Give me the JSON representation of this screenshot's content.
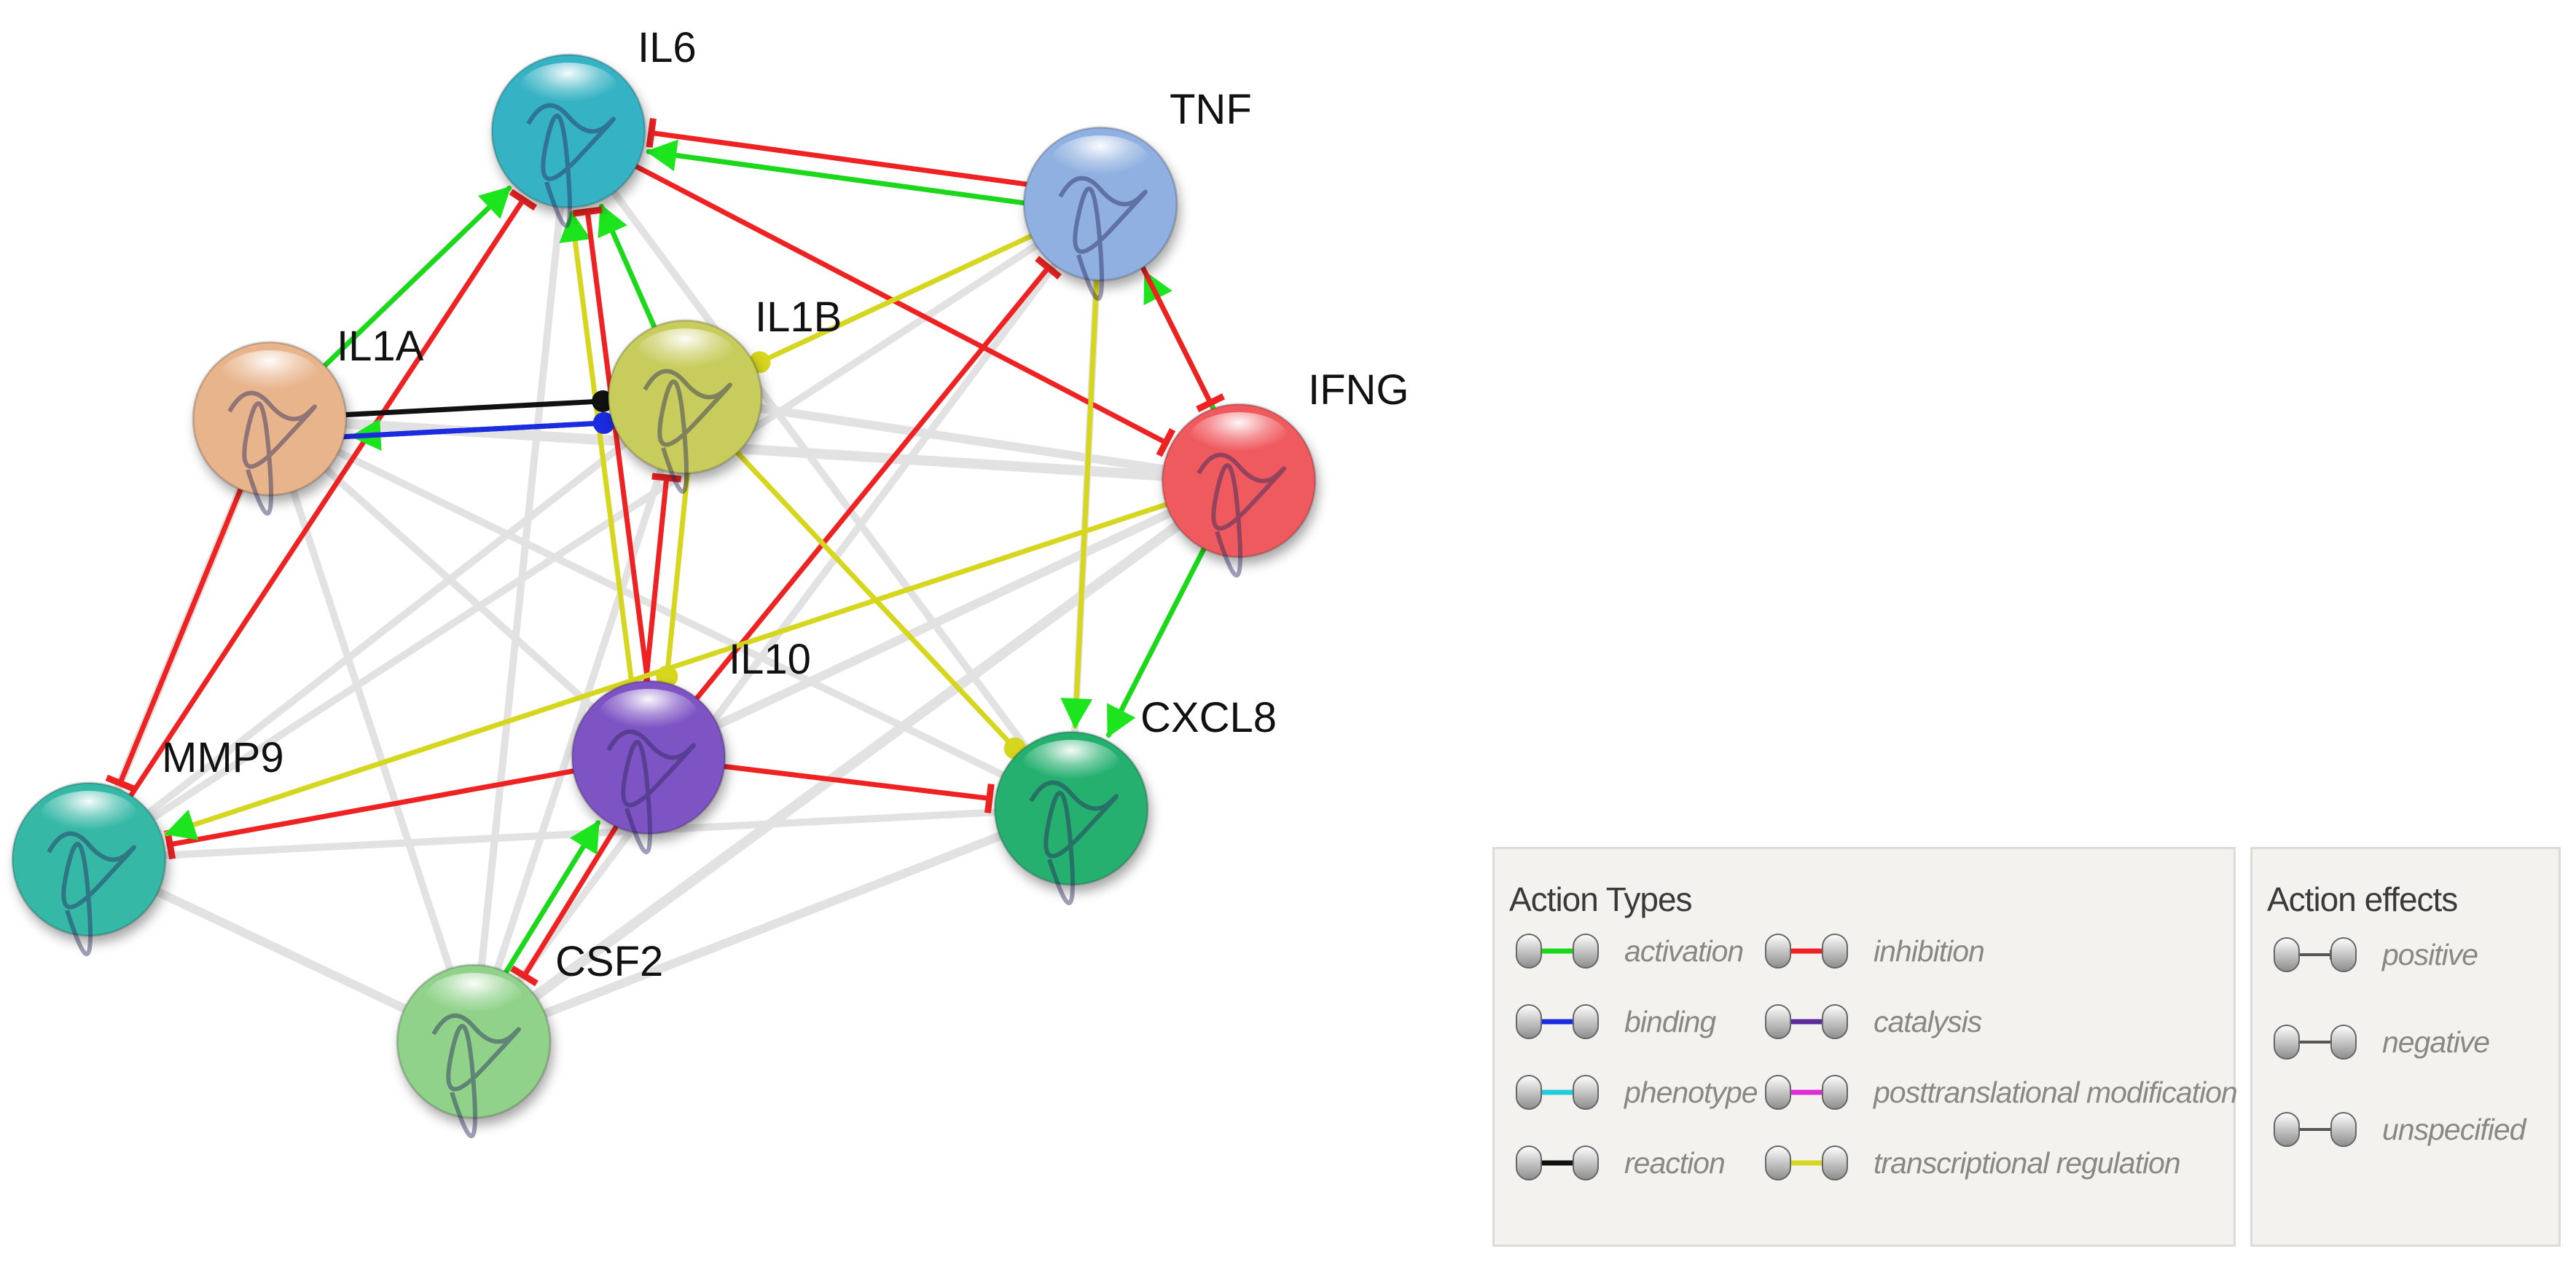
{
  "nodes": [
    {
      "id": "IL6",
      "label": "IL6",
      "color": "#36b2c4"
    },
    {
      "id": "TNF",
      "label": "TNF",
      "color": "#8fb0e0"
    },
    {
      "id": "IL1A",
      "label": "IL1A",
      "color": "#e8b48c"
    },
    {
      "id": "IL1B",
      "label": "IL1B",
      "color": "#c8cc5c"
    },
    {
      "id": "IFNG",
      "label": "IFNG",
      "color": "#ef5a5e"
    },
    {
      "id": "IL10",
      "label": "IL10",
      "color": "#7e52c4"
    },
    {
      "id": "CXCL8",
      "label": "CXCL8",
      "color": "#28b070"
    },
    {
      "id": "MMP9",
      "label": "MMP9",
      "color": "#34b8a6"
    },
    {
      "id": "CSF2",
      "label": "CSF2",
      "color": "#90d28a"
    }
  ],
  "edges": [
    {
      "source": "TNF",
      "target": "IL6",
      "action": "activation",
      "effect": "positive"
    },
    {
      "source": "TNF",
      "target": "IL6",
      "action": "inhibition",
      "effect": "negative"
    },
    {
      "source": "IL1A",
      "target": "IL6",
      "action": "activation",
      "effect": "positive"
    },
    {
      "source": "MMP9",
      "target": "IL6",
      "action": "inhibition",
      "effect": "negative"
    },
    {
      "source": "IL1B",
      "target": "IL6",
      "action": "activation",
      "effect": "positive"
    },
    {
      "source": "IL10",
      "target": "IL6",
      "action": "transcriptional regulation",
      "effect": "positive"
    },
    {
      "source": "IL10",
      "target": "IL6",
      "action": "inhibition",
      "effect": "negative"
    },
    {
      "source": "IL6",
      "target": "IFNG",
      "action": "inhibition",
      "effect": "negative"
    },
    {
      "source": "IL1B",
      "target": "IL1A",
      "action": "catalysis",
      "effect": "positive"
    },
    {
      "source": "IL1A",
      "target": "IL1B",
      "action": "reaction",
      "effect": "unspecified"
    },
    {
      "source": "IL1A",
      "target": "IL1B",
      "action": "binding",
      "effect": "unspecified"
    },
    {
      "source": "TNF",
      "target": "IL1B",
      "action": "transcriptional regulation",
      "effect": "unspecified"
    },
    {
      "source": "IFNG",
      "target": "TNF",
      "action": "activation",
      "effect": "positive"
    },
    {
      "source": "TNF",
      "target": "IFNG",
      "action": "inhibition",
      "effect": "negative"
    },
    {
      "source": "TNF",
      "target": "CXCL8",
      "action": "transcriptional regulation",
      "effect": "positive"
    },
    {
      "source": "IL10",
      "target": "TNF",
      "action": "inhibition",
      "effect": "negative"
    },
    {
      "source": "IL10",
      "target": "IL1B",
      "action": "inhibition",
      "effect": "negative"
    },
    {
      "source": "IL1B",
      "target": "IL10",
      "action": "transcriptional regulation",
      "effect": "unspecified"
    },
    {
      "source": "IL1B",
      "target": "CXCL8",
      "action": "transcriptional regulation",
      "effect": "unspecified"
    },
    {
      "source": "IL10",
      "target": "MMP9",
      "action": "inhibition",
      "effect": "negative"
    },
    {
      "source": "IL10",
      "target": "CXCL8",
      "action": "inhibition",
      "effect": "negative"
    },
    {
      "source": "IL10",
      "target": "CSF2",
      "action": "inhibition",
      "effect": "negative"
    },
    {
      "source": "CSF2",
      "target": "IL10",
      "action": "activation",
      "effect": "positive"
    },
    {
      "source": "IL1A",
      "target": "MMP9",
      "action": "inhibition",
      "effect": "negative"
    },
    {
      "source": "IFNG",
      "target": "MMP9",
      "action": "transcriptional regulation",
      "effect": "positive"
    },
    {
      "source": "IFNG",
      "target": "CXCL8",
      "action": "activation",
      "effect": "positive"
    }
  ],
  "legend": {
    "action_types": {
      "title": "Action Types",
      "items": [
        {
          "label": "activation",
          "color": "#1bd81b"
        },
        {
          "label": "binding",
          "color": "#1a2be0"
        },
        {
          "label": "phenotype",
          "color": "#22ccdc"
        },
        {
          "label": "reaction",
          "color": "#111111"
        },
        {
          "label": "inhibition",
          "color": "#ee2222"
        },
        {
          "label": "catalysis",
          "color": "#5b2b9c"
        },
        {
          "label": "posttranslational modification",
          "color": "#e22bd8"
        },
        {
          "label": "transcriptional regulation",
          "color": "#d6d61e"
        }
      ]
    },
    "action_effects": {
      "title": "Action effects",
      "items": [
        {
          "label": "positive",
          "symbol": "arrow"
        },
        {
          "label": "negative",
          "symbol": "bar"
        },
        {
          "label": "unspecified",
          "symbol": "dot"
        }
      ]
    }
  }
}
